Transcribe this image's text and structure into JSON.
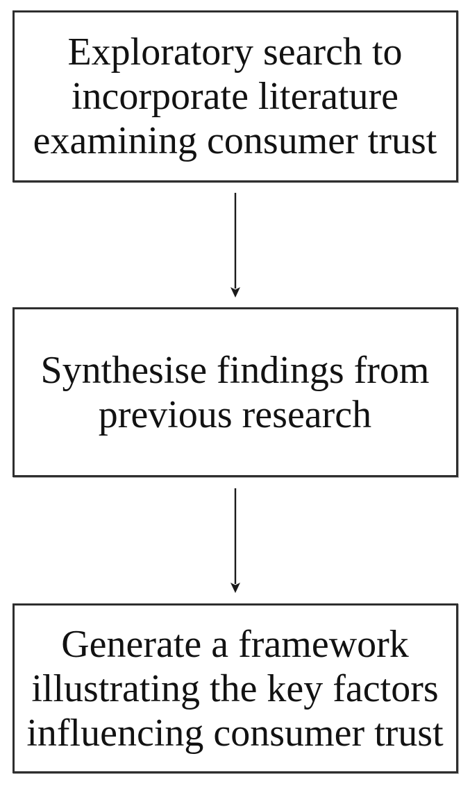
{
  "diagram": {
    "type": "flowchart",
    "direction": "top-to-bottom",
    "background_color": "#ffffff",
    "box_fill_color": "#ffffff",
    "box_border_color": "#2e2e2e",
    "text_color": "#121212",
    "arrow_color": "#1a1a1a",
    "steps": [
      {
        "id": "step-1",
        "text": "Exploratory search to incorporate literature examining consumer trust",
        "lines": [
          "Exploratory search to",
          "incorporate literature",
          "examining consumer trust"
        ]
      },
      {
        "id": "step-2",
        "text": "Synthesise findings from previous research",
        "lines": [
          "Synthesise findings from",
          "previous research"
        ]
      },
      {
        "id": "step-3",
        "text": "Generate a framework illustrating the key factors influencing consumer trust",
        "lines": [
          "Generate a framework",
          "illustrating the key factors",
          "influencing consumer trust"
        ]
      }
    ],
    "connectors": [
      {
        "from": "step-1",
        "to": "step-2",
        "style": "arrow-down"
      },
      {
        "from": "step-2",
        "to": "step-3",
        "style": "arrow-down"
      }
    ]
  }
}
